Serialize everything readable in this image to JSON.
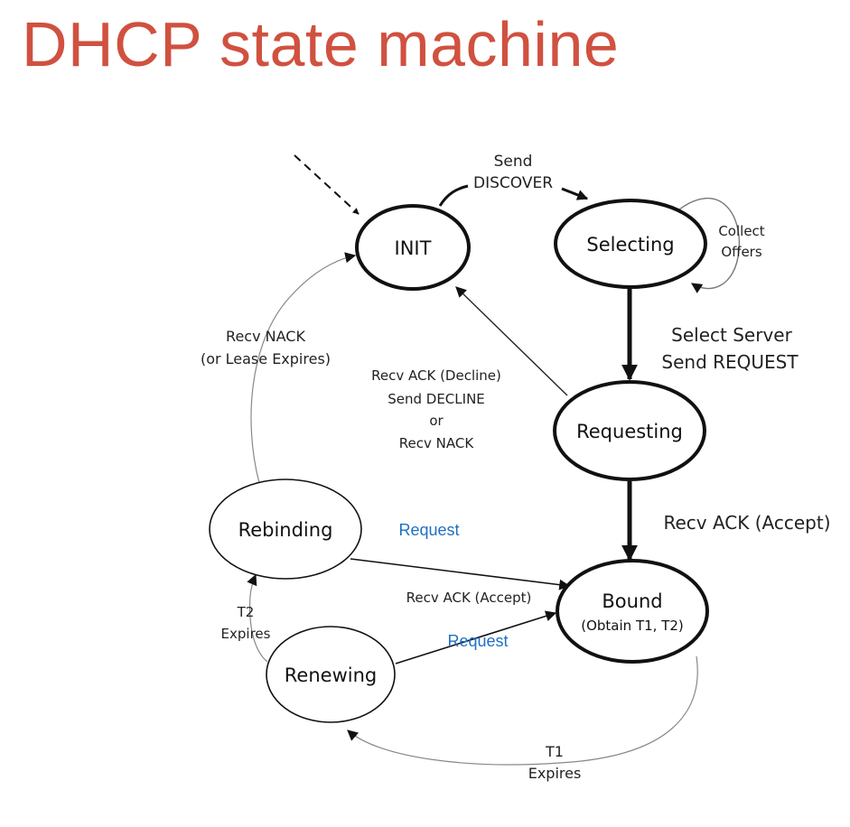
{
  "title": "DHCP state machine",
  "states": {
    "init": "INIT",
    "selecting": "Selecting",
    "requesting": "Requesting",
    "bound": "Bound",
    "bound_sub": "(Obtain T1, T2)",
    "rebinding": "Rebinding",
    "renewing": "Renewing"
  },
  "transitions": {
    "send_discover": [
      "Send",
      "DISCOVER"
    ],
    "collect_offers": [
      "Collect",
      "Offers"
    ],
    "select_server": [
      "Select Server",
      "Send REQUEST"
    ],
    "decline": [
      "Recv ACK (Decline)",
      "Send DECLINE",
      "or",
      "Recv NACK"
    ],
    "nack": [
      "Recv NACK",
      "(or Lease Expires)"
    ],
    "accept_main": "Recv ACK (Accept)",
    "accept_small": "Recv ACK (Accept)",
    "t2": [
      "T2",
      "Expires"
    ],
    "t1": [
      "T1",
      "Expires"
    ],
    "request_rebinding": "Request",
    "request_renewing": "Request"
  },
  "colors": {
    "title": "#d05140",
    "request_label": "#1f6fc4",
    "line": "#111111"
  }
}
